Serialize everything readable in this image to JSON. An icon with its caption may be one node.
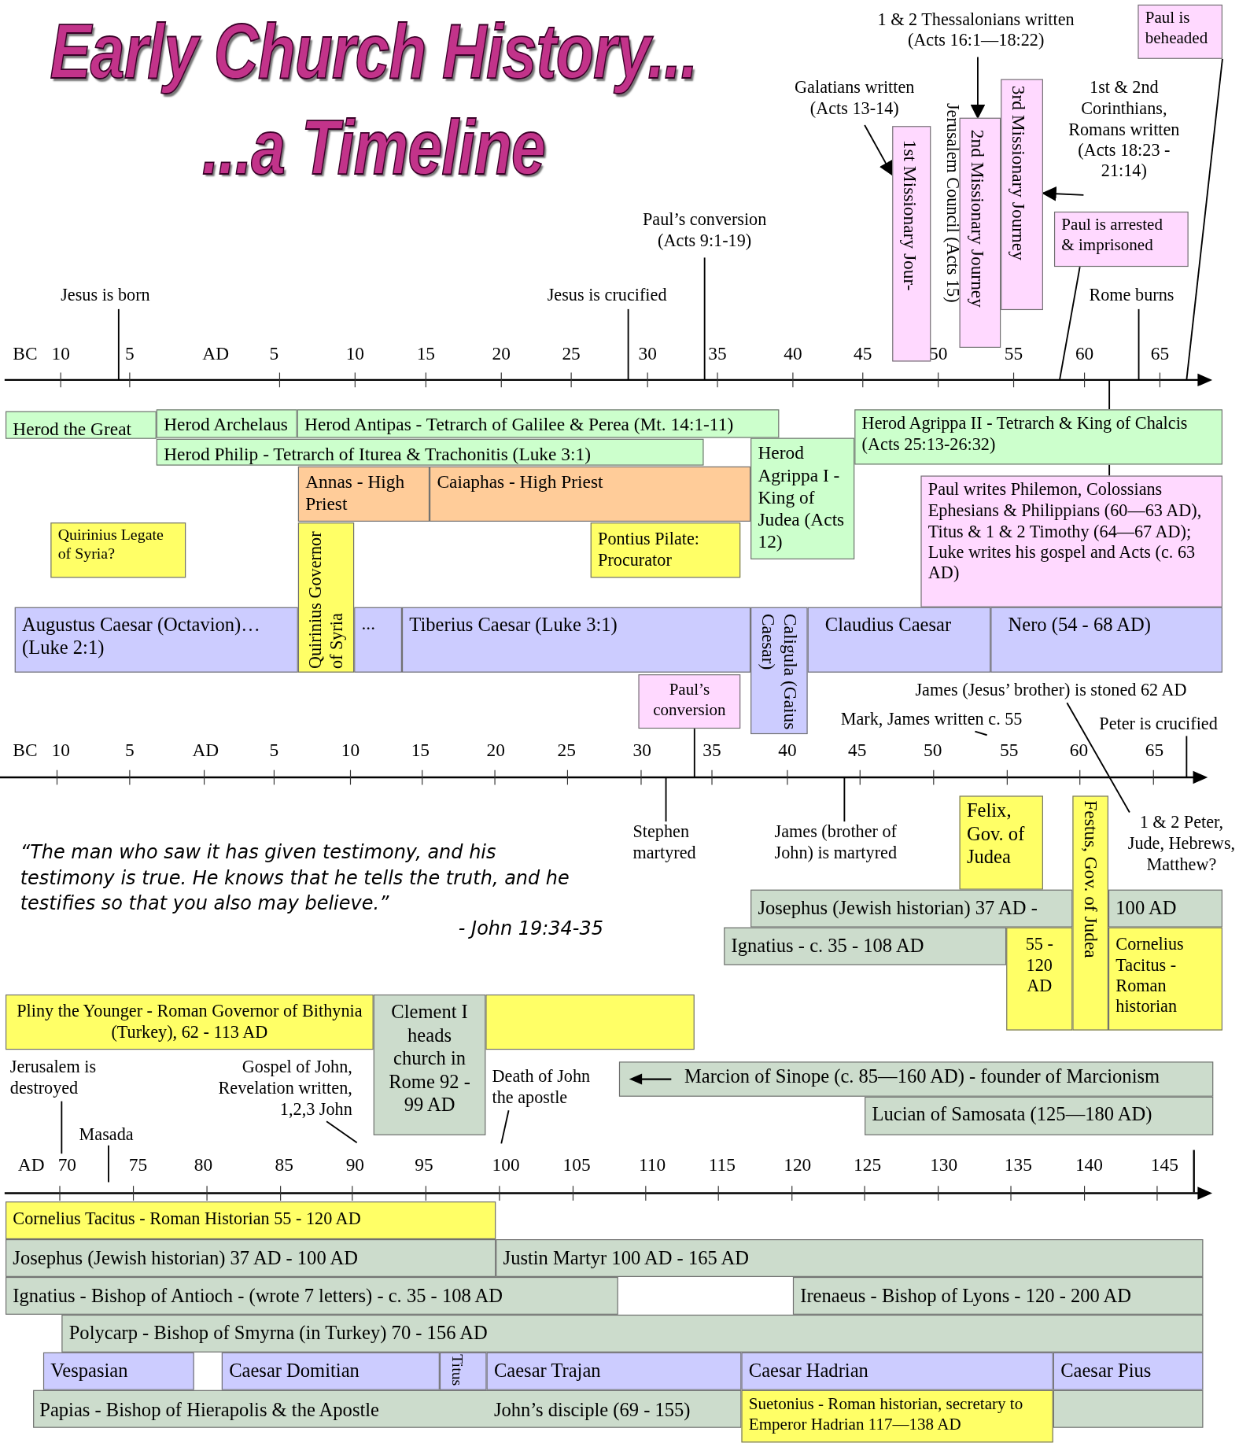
{
  "diagram": {
    "title": "Early Church History... ...a Timeline",
    "nodes": [
      {
        "text": [
          "1 & 2 Thessalonians written (Acts 16:1—18:22)"
        ]
      },
      {
        "text": [
          "Paul is beheaded"
        ]
      },
      {
        "text": [
          "Galatians written (Acts 13-14)"
        ]
      },
      {
        "text": [
          "1st Missionary Jour-"
        ]
      },
      {
        "text": [
          "2nd Missionary Journey"
        ]
      },
      {
        "text": [
          "3rd Missionary Journey"
        ]
      },
      {
        "text": [
          "1st & 2nd Corinthians, Romans written (Acts 18:23 - 21:14)"
        ]
      },
      {
        "text": [
          "Paul’s conversion (Acts 9:1-19)"
        ]
      },
      {
        "text": [
          "Paul is arrested & imprisoned"
        ]
      },
      {
        "text": [
          "Jesus is born"
        ]
      },
      {
        "text": [
          "Jesus is crucified"
        ]
      },
      {
        "text": [
          "Rome burns"
        ]
      },
      {
        "text": [
          "Herod the Great"
        ]
      },
      {
        "text": [
          "Herod Archelaus"
        ]
      },
      {
        "text": [
          "Herod Antipas - Tetrarch of Galilee & Perea (Mt. 14:1-11)"
        ]
      },
      {
        "text": [
          "Herod Agrippa II - Tetrarch & King of Chalcis (Acts 25:13-26:32)"
        ]
      },
      {
        "text": [
          "Herod Philip - Tetrarch of Iturea & Trachonitis (Luke 3:1)"
        ]
      },
      {
        "text": [
          "Herod Agrippa I - King of Judea (Acts 12)"
        ]
      },
      {
        "text": [
          "Annas - High Priest"
        ]
      },
      {
        "text": [
          "Caiaphas - High Priest"
        ]
      },
      {
        "text": [
          "Paul writes Philemon, Colossians Ephesians & Philippians (60—63 AD), Titus & 1 & 2 Timothy (64—67 AD); Luke writes his gospel and Acts (c. 63 AD)"
        ]
      },
      {
        "text": [
          "Quirinius Legate of Syria?"
        ]
      },
      {
        "text": [
          "Pontius Pilate: Procurator"
        ]
      },
      {
        "text": [
          "Augustus Caesar (Octavion)… (Luke 2:1)"
        ]
      },
      {
        "text": [
          "Quirinius Governor of Syria"
        ]
      },
      {
        "text": [
          "..."
        ]
      },
      {
        "text": [
          "Tiberius Caesar (Luke 3:1)"
        ]
      },
      {
        "text": [
          "Caligula (Gaius Caesar)"
        ]
      },
      {
        "text": [
          "Claudius Caesar"
        ]
      },
      {
        "text": [
          "Nero (54 - 68 AD)"
        ]
      },
      {
        "text": [
          "Paul’s conversion"
        ]
      },
      {
        "text": [
          "James (Jesus’ brother) is stoned 62 AD"
        ]
      },
      {
        "text": [
          "Mark, James written c. 55"
        ]
      },
      {
        "text": [
          "Peter is crucified"
        ]
      },
      {
        "text": [
          "Stephen martyred"
        ]
      },
      {
        "text": [
          "James (brother of John) is martyred"
        ]
      },
      {
        "text": [
          "Felix, Gov. of Judea"
        ]
      },
      {
        "text": [
          "Festus, Gov. of Judea"
        ]
      },
      {
        "text": [
          "1 & 2 Peter, Jude, Hebrews, Matthew?"
        ]
      },
      {
        "text": [
          "Josephus (Jewish historian) 37 AD -"
        ]
      },
      {
        "text": [
          "Ignatius - c. 35 - 108 AD"
        ]
      },
      {
        "text": [
          "55 - 120 AD"
        ]
      },
      {
        "text": [
          "Pliny the Younger - Roman Governor of Bithynia (Turkey), 62 - 113 AD"
        ]
      },
      {
        "text": [
          "Clement I heads church in Rome 92 - 99 AD"
        ]
      },
      {
        "text": [
          "Jerusalem is destroyed"
        ]
      },
      {
        "text": [
          "Gospel of John, Revelation written, 1,2,3 John"
        ]
      },
      {
        "text": [
          "Death of John the apostle"
        ]
      },
      {
        "text": [
          "Marcion of Sinope (c. 85—160 AD) - founder of Marcionism"
        ]
      },
      {
        "text": [
          "Lucian of Samosata (125—180 AD)"
        ]
      },
      {
        "text": [
          "Masada"
        ]
      },
      {
        "text": [
          "Cornelius Tacitus - Roman Historian 55 - 120 AD"
        ]
      },
      {
        "text": [
          "Josephus (Jewish historian) 37 AD - 100 AD"
        ]
      },
      {
        "text": [
          "Justin Martyr 100 AD - 165 AD"
        ]
      },
      {
        "text": [
          "Ignatius - Bishop of Antioch - (wrote 7 letters) - c. 35 - 108 AD"
        ]
      },
      {
        "text": [
          "Irenaeus - Bishop of Lyons - 120 - 200 AD"
        ]
      },
      {
        "text": [
          "Polycarp - Bishop of Smyrna (in Turkey) 70 - 156 AD"
        ]
      },
      {
        "text": [
          "Vespasian"
        ]
      },
      {
        "text": [
          "Caesar Domitian"
        ]
      },
      {
        "text": [
          "Titus"
        ]
      },
      {
        "text": [
          "Caesar Trajan"
        ]
      },
      {
        "text": [
          "Caesar Hadrian"
        ]
      },
      {
        "text": [
          "Caesar Pius"
        ]
      },
      {
        "text": [
          "Papias - Bishop of Hierapolis & the Apostle",
          "John’s disciple (69 - 155)"
        ]
      },
      {
        "text": [
          "Suetonius - Roman historian, secretary to Emperor Hadrian 117—138 AD"
        ]
      },
      {
        "text": [
          "100 AD"
        ]
      },
      {
        "text": [
          "Cornelius Tacitus - Roman historian"
        ]
      },
      {
        "text": [],
        "shape": "bar"
      },
      {
        "text": [],
        "shape": "bar"
      },
      {
        "text": [
          "70"
        ]
      }
    ],
    "edges": [
      {
        "from": 0,
        "to": 4,
        "arrow": "to"
      },
      {
        "from": 2,
        "to": 3,
        "arrow": "to"
      },
      {
        "from": 6,
        "to": 5,
        "arrow": "to"
      },
      {
        "from": 1,
        "to": null,
        "arrow": "none"
      },
      {
        "from": 8,
        "to": null,
        "arrow": "none"
      },
      {
        "from": 11,
        "to": null,
        "arrow": "none"
      },
      {
        "from": 7,
        "to": null,
        "arrow": "none"
      },
      {
        "from": 10,
        "to": null,
        "arrow": "none"
      },
      {
        "from": 9,
        "to": null,
        "arrow": "none"
      },
      {
        "from": 15,
        "to": null,
        "arrow": "none"
      },
      {
        "from": 15,
        "to": 20,
        "arrow": "none"
      },
      {
        "from": 30,
        "to": null,
        "arrow": "none"
      },
      {
        "from": 31,
        "to": 38,
        "arrow": "none"
      },
      {
        "from": 32,
        "to": null,
        "arrow": "none"
      },
      {
        "from": 33,
        "to": null,
        "arrow": "none"
      },
      {
        "from": 34,
        "to": null,
        "arrow": "none"
      },
      {
        "from": 35,
        "to": null,
        "arrow": "none"
      },
      {
        "from": 44,
        "to": 68,
        "arrow": "none"
      },
      {
        "from": 49,
        "to": null,
        "arrow": "none"
      },
      {
        "from": 45,
        "to": null,
        "arrow": "none"
      },
      {
        "from": 46,
        "to": null,
        "arrow": "none"
      }
    ],
    "labels": [
      "BC",
      "10",
      "5",
      "AD",
      "5",
      "10",
      "15",
      "20",
      "25",
      "30",
      "35",
      "40",
      "45",
      "50",
      "55",
      "60",
      "65",
      "Jerusalem Council (Acts 15)",
      "BC",
      "10",
      "5",
      "AD",
      "5",
      "10",
      "15",
      "20",
      "25",
      "30",
      "35",
      "40",
      "45",
      "50",
      "55",
      "60",
      "65",
      "“The man who saw it has given testimony, and his testimony is true. He knows that he tells the truth, and he testifies so that you also may believe.”",
      "- John 19:34-35",
      "AD",
      "75",
      "80",
      "85",
      "90",
      "95",
      "100",
      "105",
      "110",
      "115",
      "120",
      "125",
      "130",
      "135",
      "140",
      "145"
    ]
  }
}
